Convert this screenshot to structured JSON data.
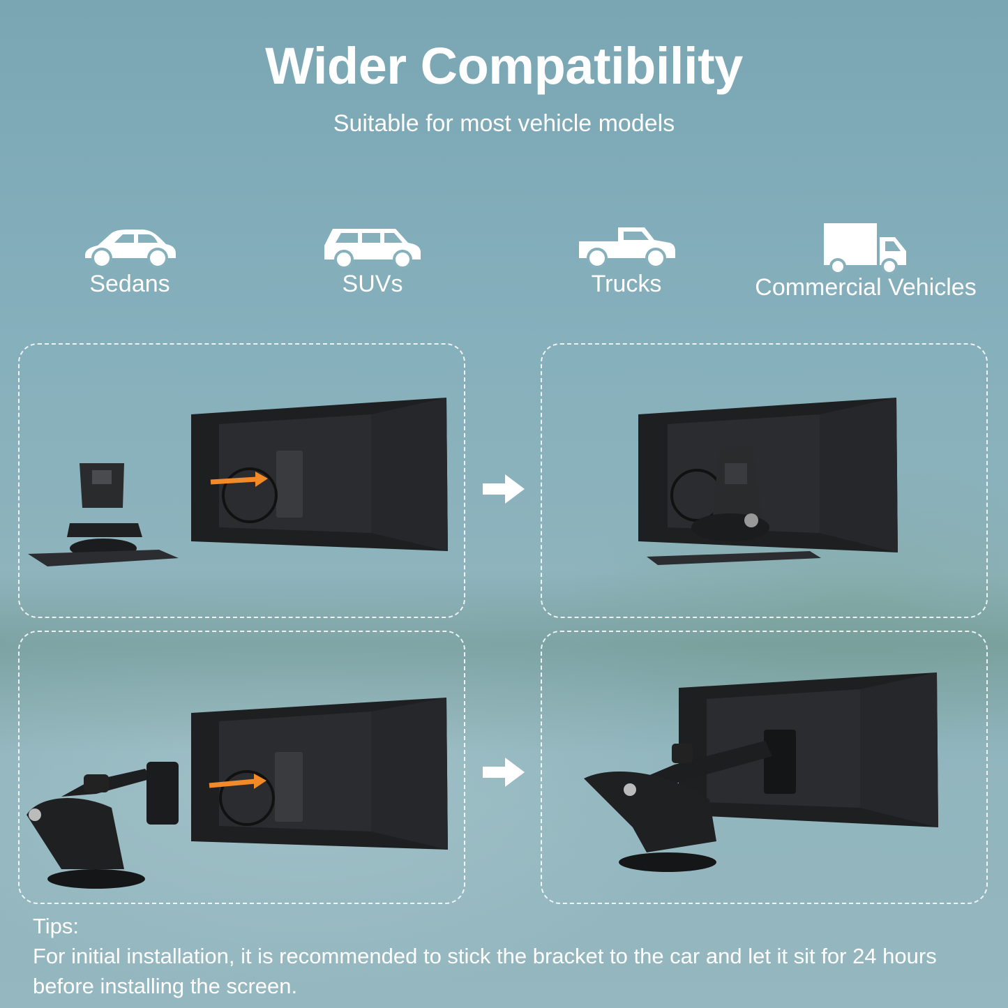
{
  "title": "Wider Compatibility",
  "subtitle": "Suitable for most vehicle models",
  "vehicles": [
    {
      "label": "Sedans",
      "icon": "sedan-icon"
    },
    {
      "label": "SUVs",
      "icon": "suv-icon"
    },
    {
      "label": "Trucks",
      "icon": "truck-icon"
    },
    {
      "label": "Commercial Vehicles",
      "icon": "commercial-vehicle-icon"
    }
  ],
  "tips": {
    "heading": "Tips:",
    "line1": "For initial installation, it is recommended to stick the bracket to the car and let it sit for 24 hours",
    "line2": "before installing the screen."
  },
  "colors": {
    "text": "#ffffff",
    "accent_arrow": "#f28a2a",
    "device": "#1e1f21",
    "background": "#86b0bc"
  }
}
